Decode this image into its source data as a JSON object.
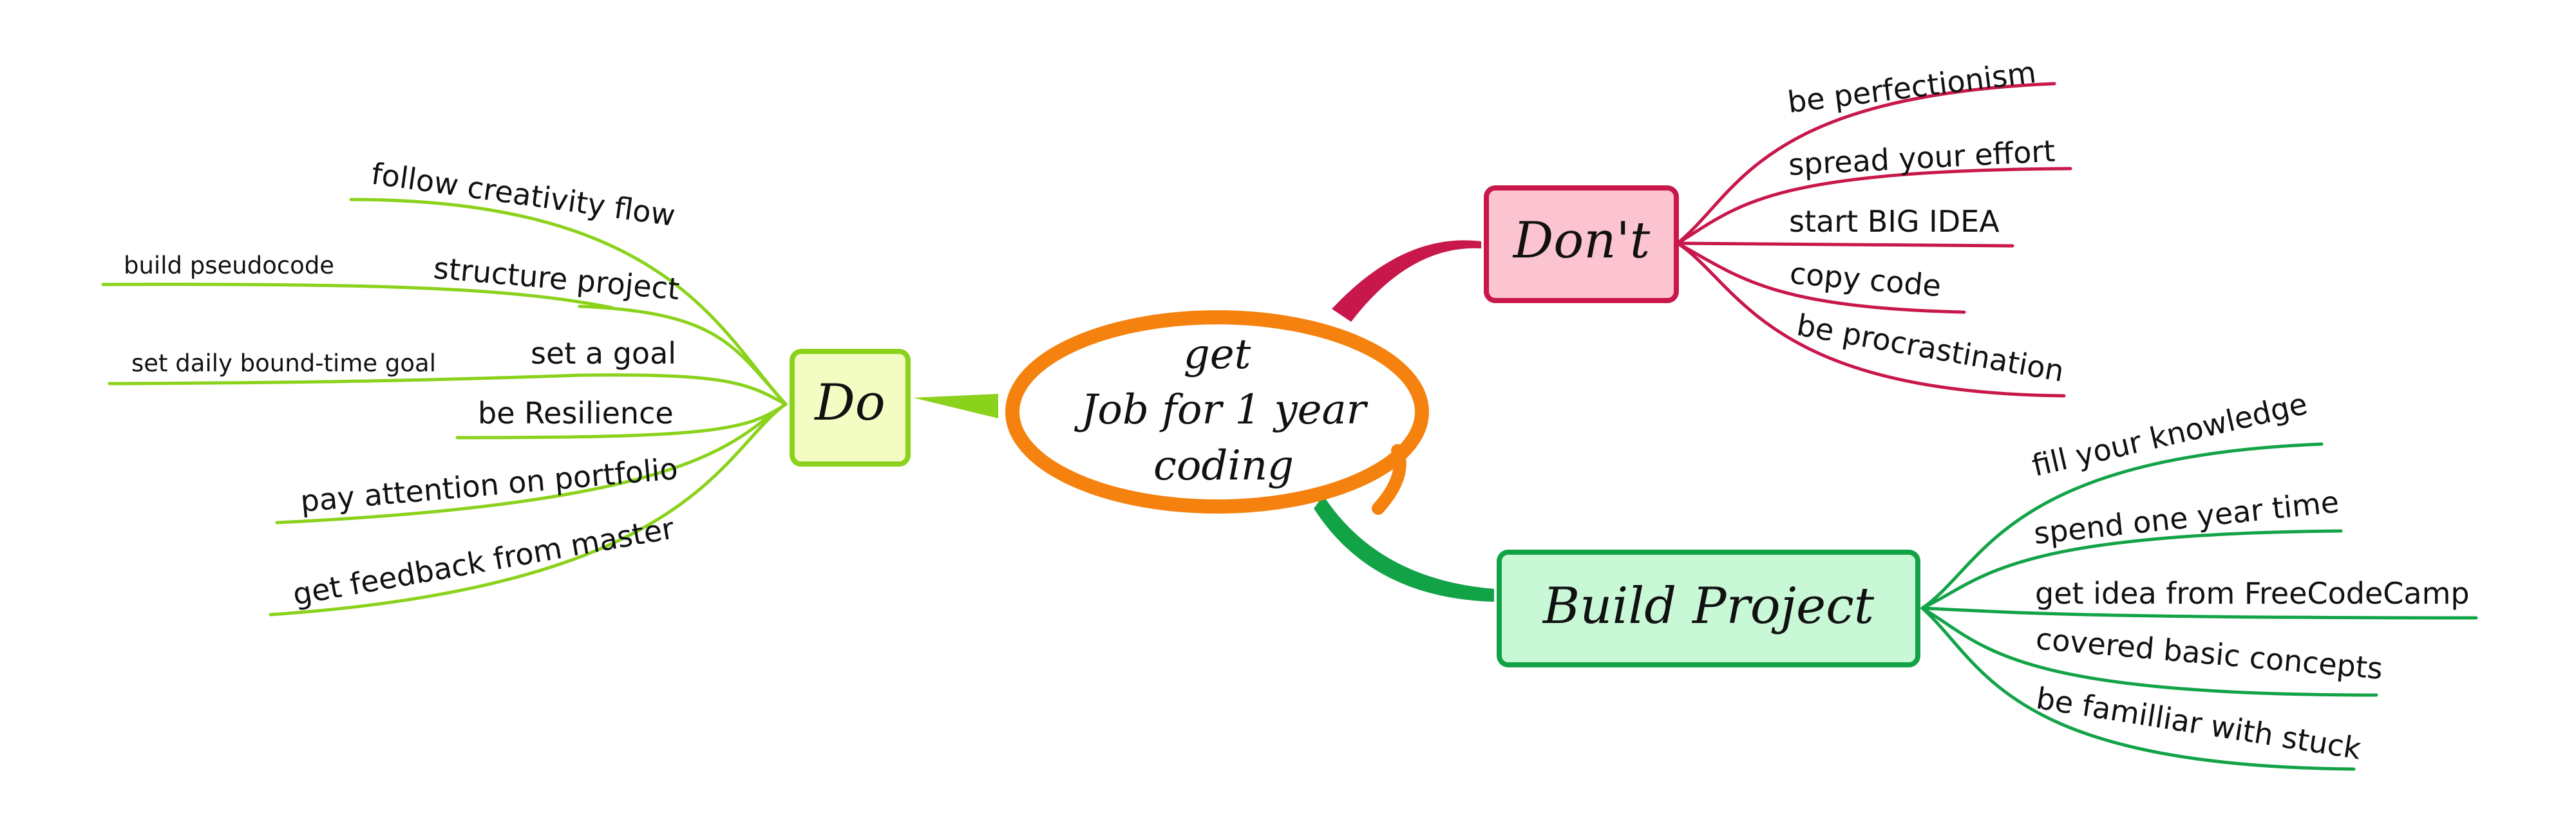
{
  "center": {
    "lines": [
      "get",
      "Job for 1 year",
      "coding"
    ],
    "color": "#f5820f"
  },
  "branches": {
    "do": {
      "label": "Do",
      "color": "#8ad21b",
      "fill": "#f2fcc3",
      "items": [
        "follow creativity flow",
        "structure project",
        "build pseudocode",
        "set a goal",
        "set daily bound-time goal",
        "be Resilience",
        "pay attention on portfolio",
        "get feedback from master"
      ]
    },
    "dont": {
      "label": "Don't",
      "color": "#c8174a",
      "fill": "#fbc4d0",
      "items": [
        "be perfectionism",
        "spread your effort",
        "start BIG IDEA",
        "copy code",
        "be procrastination"
      ]
    },
    "build": {
      "label": "Build Project",
      "color": "#13a347",
      "fill": "#c8f8d6",
      "items": [
        "fill your knowledge",
        "spend one year time",
        "get idea from FreeCodeCamp",
        "covered basic concepts",
        "be familliar with stuck"
      ]
    }
  }
}
